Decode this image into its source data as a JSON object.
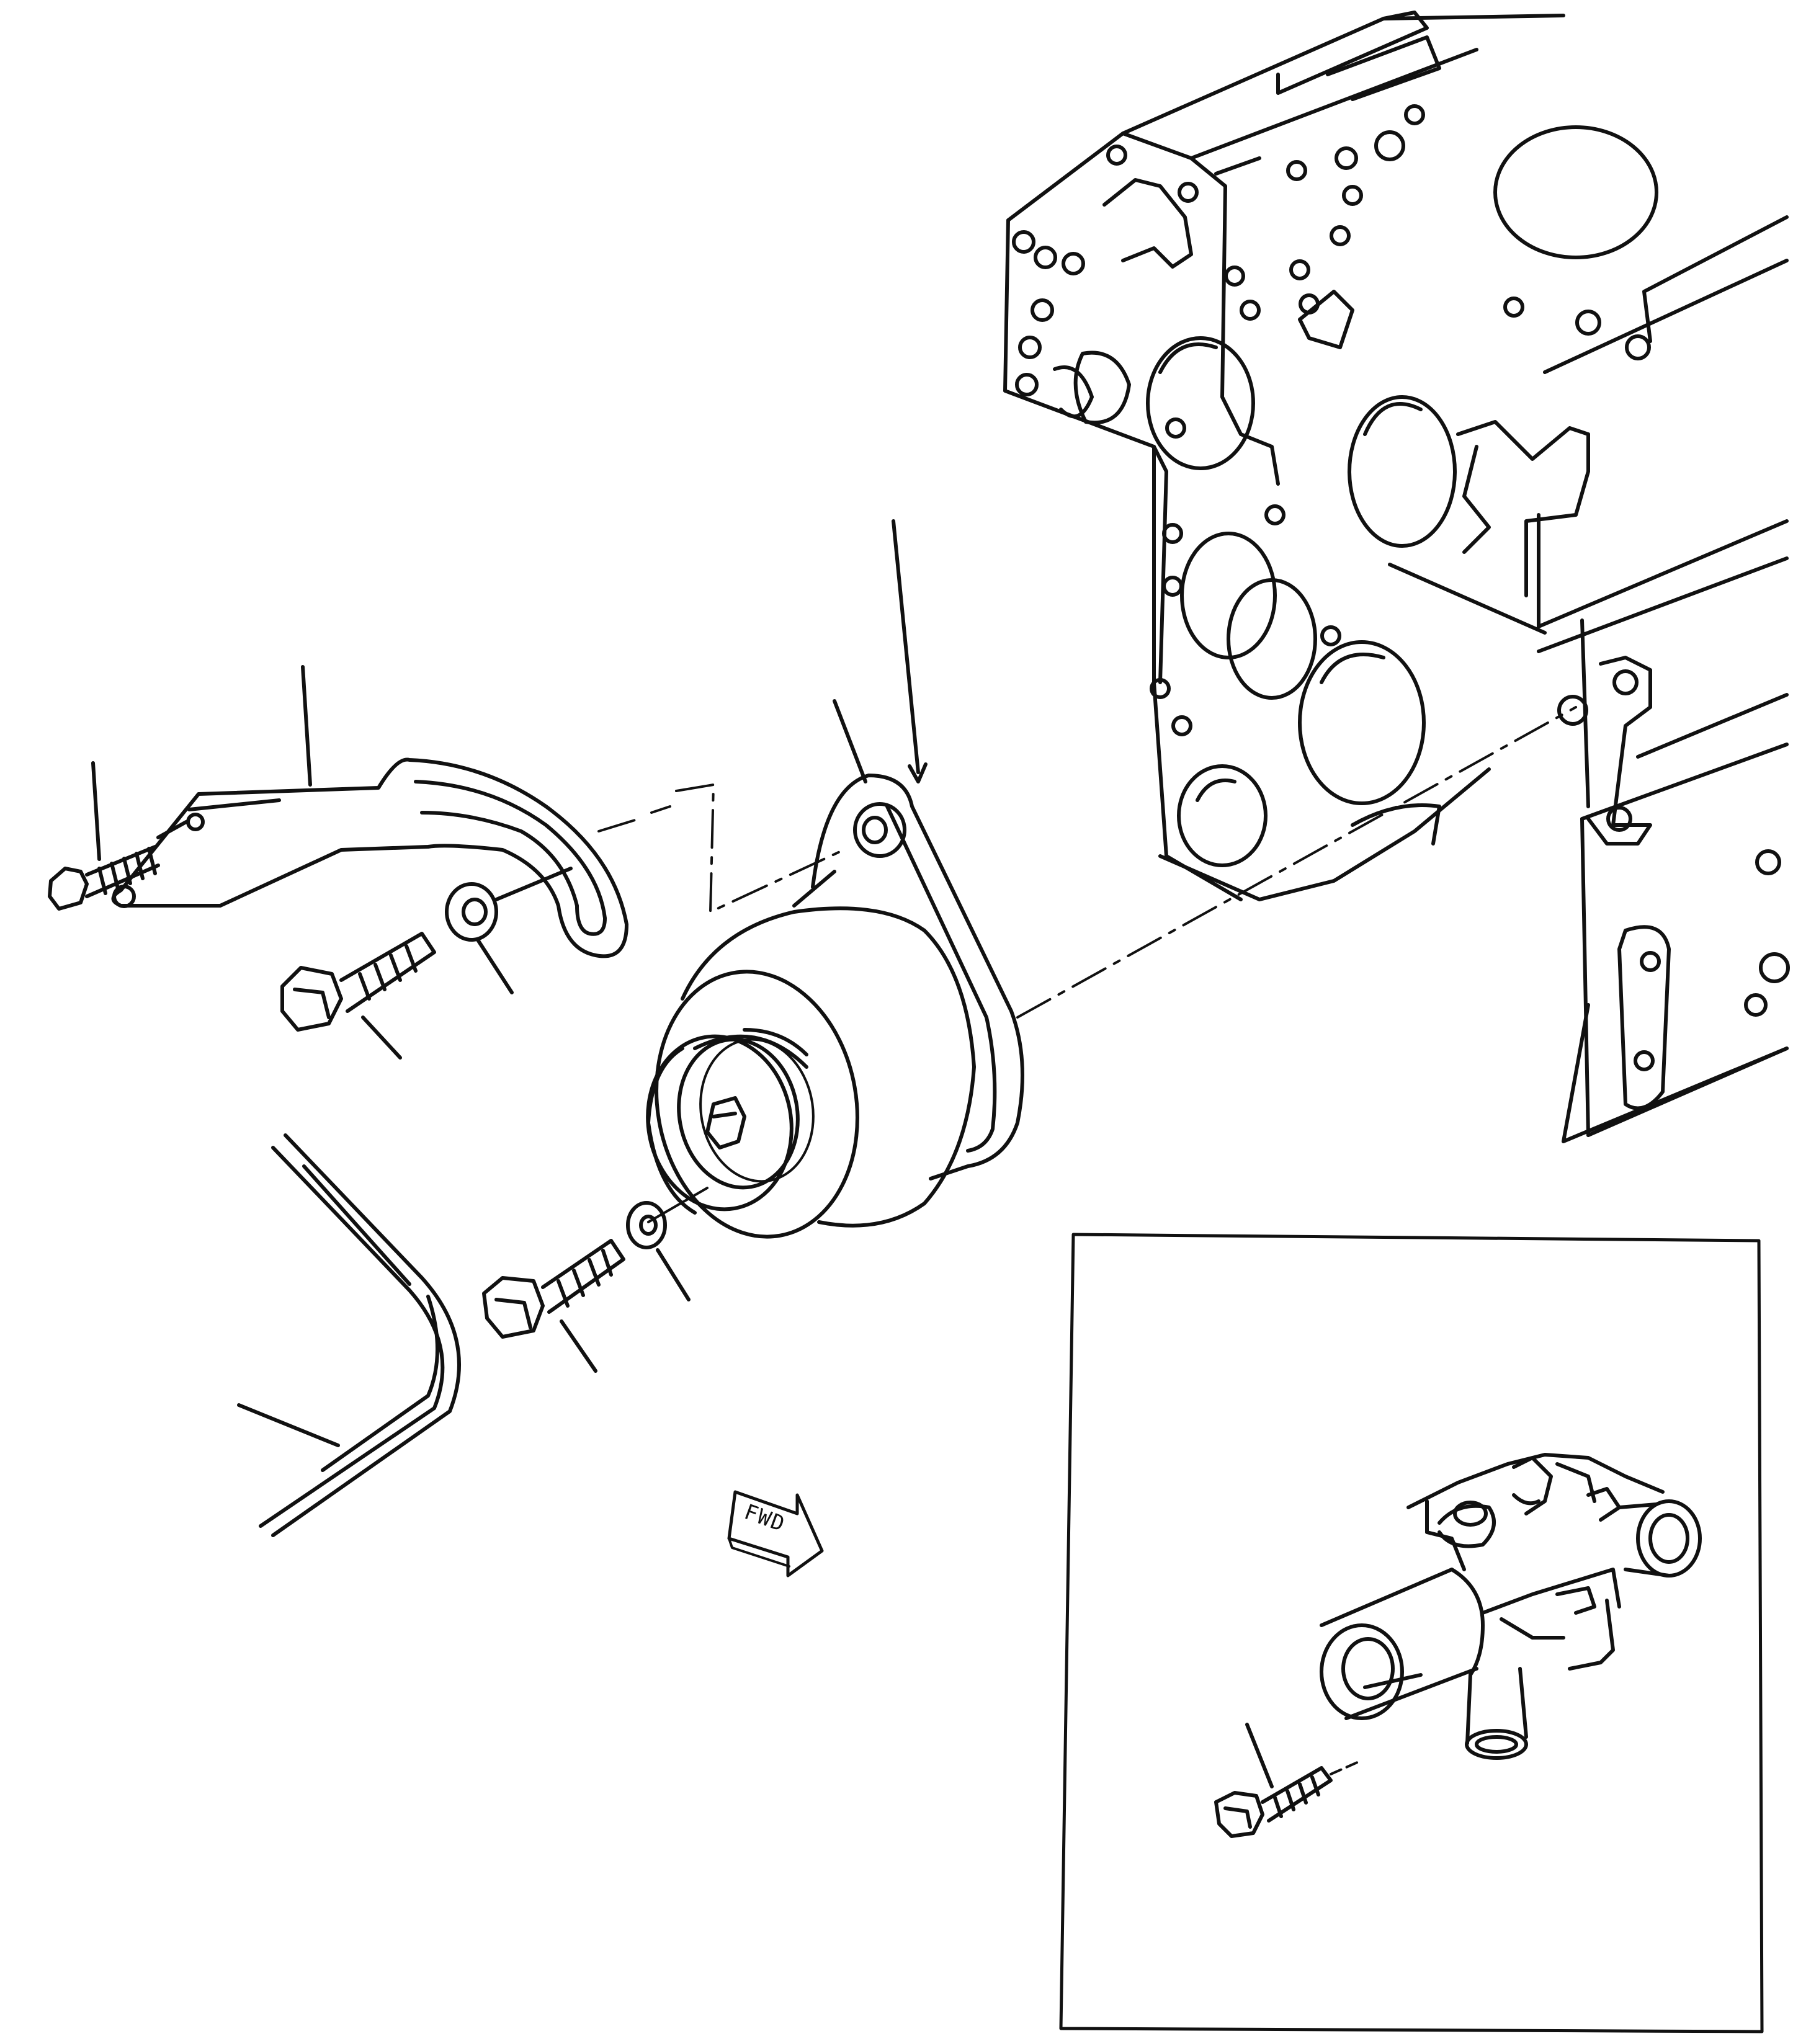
{
  "diagram": {
    "fwd_label": "FWD",
    "line_color": "#111111",
    "background": "#ffffff"
  },
  "parts": [
    {
      "id": "engine-block",
      "icon": "engine-block-icon"
    },
    {
      "id": "alternator",
      "icon": "alternator-icon"
    },
    {
      "id": "adjusting-strap",
      "icon": "adjusting-strap-icon"
    },
    {
      "id": "drive-belt",
      "icon": "belt-icon"
    },
    {
      "id": "mounting-bolt-upper",
      "icon": "bolt-icon"
    },
    {
      "id": "mounting-bolt-lower",
      "icon": "bolt-icon"
    },
    {
      "id": "strap-bolt",
      "icon": "bolt-icon"
    },
    {
      "id": "washer-upper",
      "icon": "washer-icon"
    },
    {
      "id": "washer-lower",
      "icon": "washer-icon"
    },
    {
      "id": "inset-thermostat-housing",
      "icon": "thermostat-housing-icon"
    },
    {
      "id": "inset-bolt",
      "icon": "bolt-icon"
    }
  ]
}
